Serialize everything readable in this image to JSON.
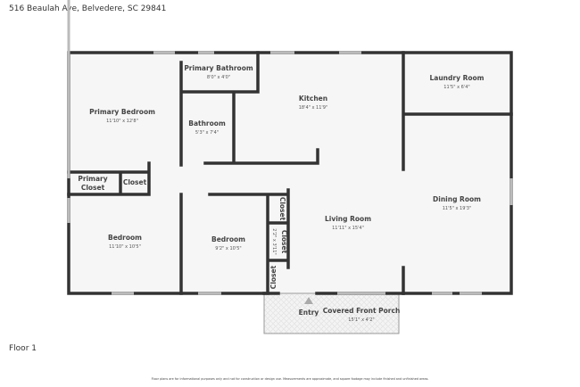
{
  "address": "516 Beaulah Ave, Belvedere, SC 29841",
  "floor_label": "Floor 1",
  "disclaimer": "Floor plans are for informational purposes only and not for construction or design use. Measurements are approximate, and square footage may include finished and unfinished areas.",
  "rooms": {
    "primary_bedroom": {
      "name": "Primary Bedroom",
      "dims": "11'10\" x 12'8\""
    },
    "primary_bathroom": {
      "name": "Primary Bathroom",
      "dims": "8'0\" x 4'0\""
    },
    "bathroom": {
      "name": "Bathroom",
      "dims": "5'3\" x 7'4\""
    },
    "kitchen": {
      "name": "Kitchen",
      "dims": "18'4\" x 11'9\""
    },
    "laundry": {
      "name": "Laundry Room",
      "dims": "11'5\" x 6'4\""
    },
    "dining": {
      "name": "Dining Room",
      "dims": "11'5\" x 19'3\""
    },
    "living": {
      "name": "Living Room",
      "dims": "11'11\" x 15'4\""
    },
    "primary_closet": {
      "name_1": "Primary",
      "name_2": "Closet"
    },
    "closet": {
      "name": "Closet"
    },
    "bedroom_1": {
      "name": "Bedroom",
      "dims": "11'10\" x 10'5\""
    },
    "bedroom_2": {
      "name": "Bedroom",
      "dims": "9'2\" x 10'5\""
    },
    "closet_a": {
      "name": "Closet"
    },
    "closet_b": {
      "name": "Closet",
      "dims": "2'2\" x 3'11\""
    },
    "closet_c": {
      "name": "Closet"
    },
    "porch": {
      "name": "Covered Front Porch",
      "dims": "15'1\" x 4'2\""
    },
    "entry": {
      "name": "Entry"
    }
  }
}
